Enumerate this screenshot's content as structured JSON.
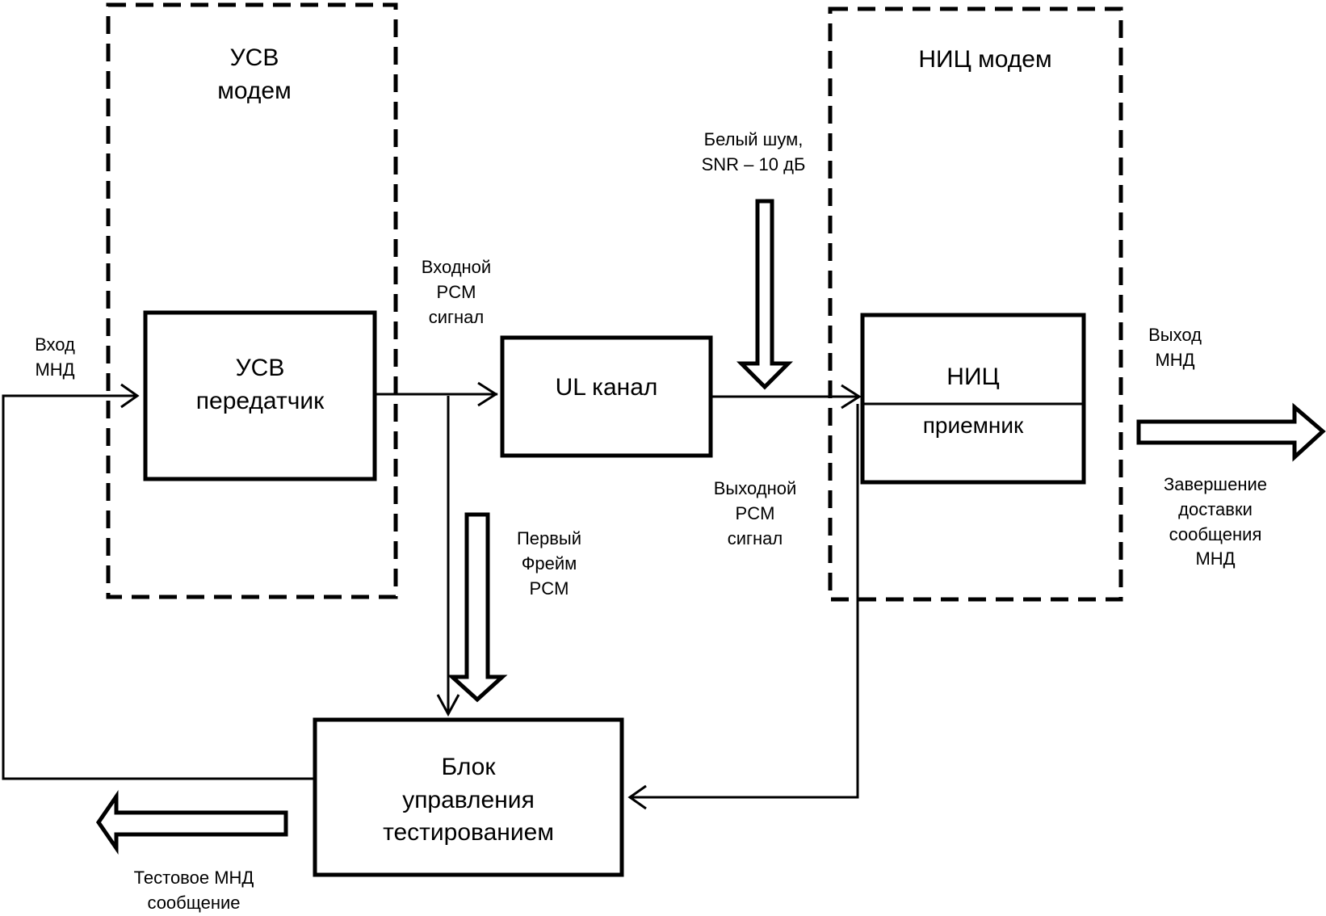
{
  "diagram": {
    "groups": {
      "usv_modem": {
        "line1": "УСВ",
        "line2": "модем"
      },
      "nic_modem": {
        "title": "НИЦ модем"
      }
    },
    "blocks": {
      "usv_transmitter": {
        "line1": "УСВ",
        "line2": "передатчик"
      },
      "ul_channel": {
        "label": "UL канал"
      },
      "nic_receiver": {
        "top": "НИЦ",
        "bottom": "приемник"
      },
      "test_control": {
        "line1": "Блок",
        "line2": "управления",
        "line3": "тестированием"
      }
    },
    "labels": {
      "input_mnd": {
        "line1": "Вход",
        "line2": "МНД"
      },
      "input_pcm": {
        "line1": "Входной",
        "line2": "PCM",
        "line3": "сигнал"
      },
      "white_noise": {
        "line1": "Белый шум,",
        "line2": "SNR – 10 дБ"
      },
      "output_pcm": {
        "line1": "Выходной",
        "line2": "PCM",
        "line3": "сигнал"
      },
      "output_mnd": {
        "line1": "Выход",
        "line2": "МНД"
      },
      "first_frame": {
        "line1": "Первый",
        "line2": "Фрейм",
        "line3": "PCM"
      },
      "delivery_complete": {
        "line1": "Завершение",
        "line2": "доставки",
        "line3": "сообщения",
        "line4": "МНД"
      },
      "test_message": {
        "line1": "Тестовое МНД",
        "line2": "сообщение"
      }
    }
  }
}
